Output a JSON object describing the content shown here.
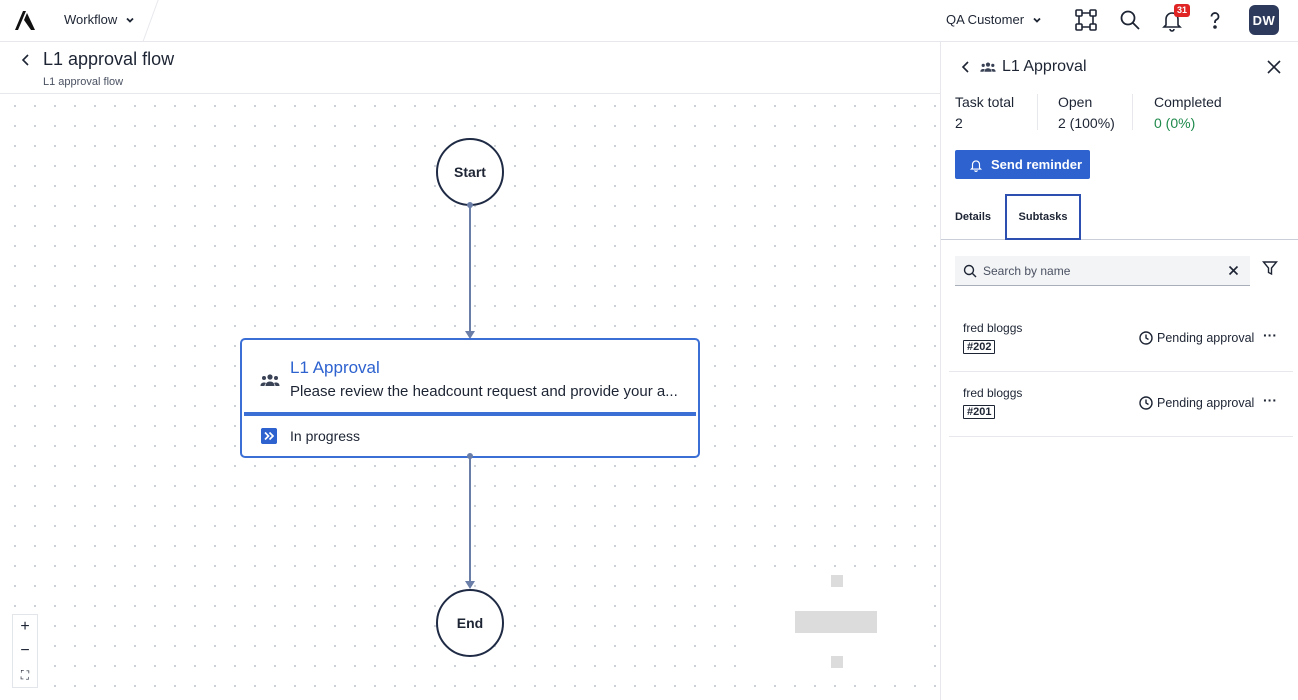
{
  "topbar": {
    "module_label": "Workflow",
    "tenant_label": "QA Customer",
    "notification_count": "31",
    "avatar_initials": "DW"
  },
  "header": {
    "title": "L1 approval flow",
    "subtitle": "L1 approval flow"
  },
  "canvas": {
    "start_label": "Start",
    "end_label": "End",
    "task": {
      "title": "L1 Approval",
      "description": "Please review the headcount request and provide your a...",
      "status": "In progress"
    },
    "zoom": {
      "in": "+",
      "out": "−",
      "fit": "⛶"
    }
  },
  "panel": {
    "title": "L1 Approval",
    "stats": [
      {
        "label": "Task total",
        "value": "2",
        "color": "#1d2433"
      },
      {
        "label": "Open",
        "value": "2 (100%)",
        "color": "#1d2433"
      },
      {
        "label": "Completed",
        "value": "0 (0%)",
        "color": "#1f8a4c"
      }
    ],
    "reminder_label": "Send reminder",
    "tabs": [
      {
        "label": "Details",
        "active": false
      },
      {
        "label": "Subtasks",
        "active": true
      }
    ],
    "search": {
      "placeholder": "Search by name",
      "value": ""
    },
    "subtasks": [
      {
        "name": "fred bloggs",
        "number": "#202",
        "status": "Pending approval"
      },
      {
        "name": "fred bloggs",
        "number": "#201",
        "status": "Pending approval"
      }
    ]
  },
  "colors": {
    "accent": "#2d62cf",
    "completed": "#1f8a4c",
    "badge": "#e02424"
  }
}
